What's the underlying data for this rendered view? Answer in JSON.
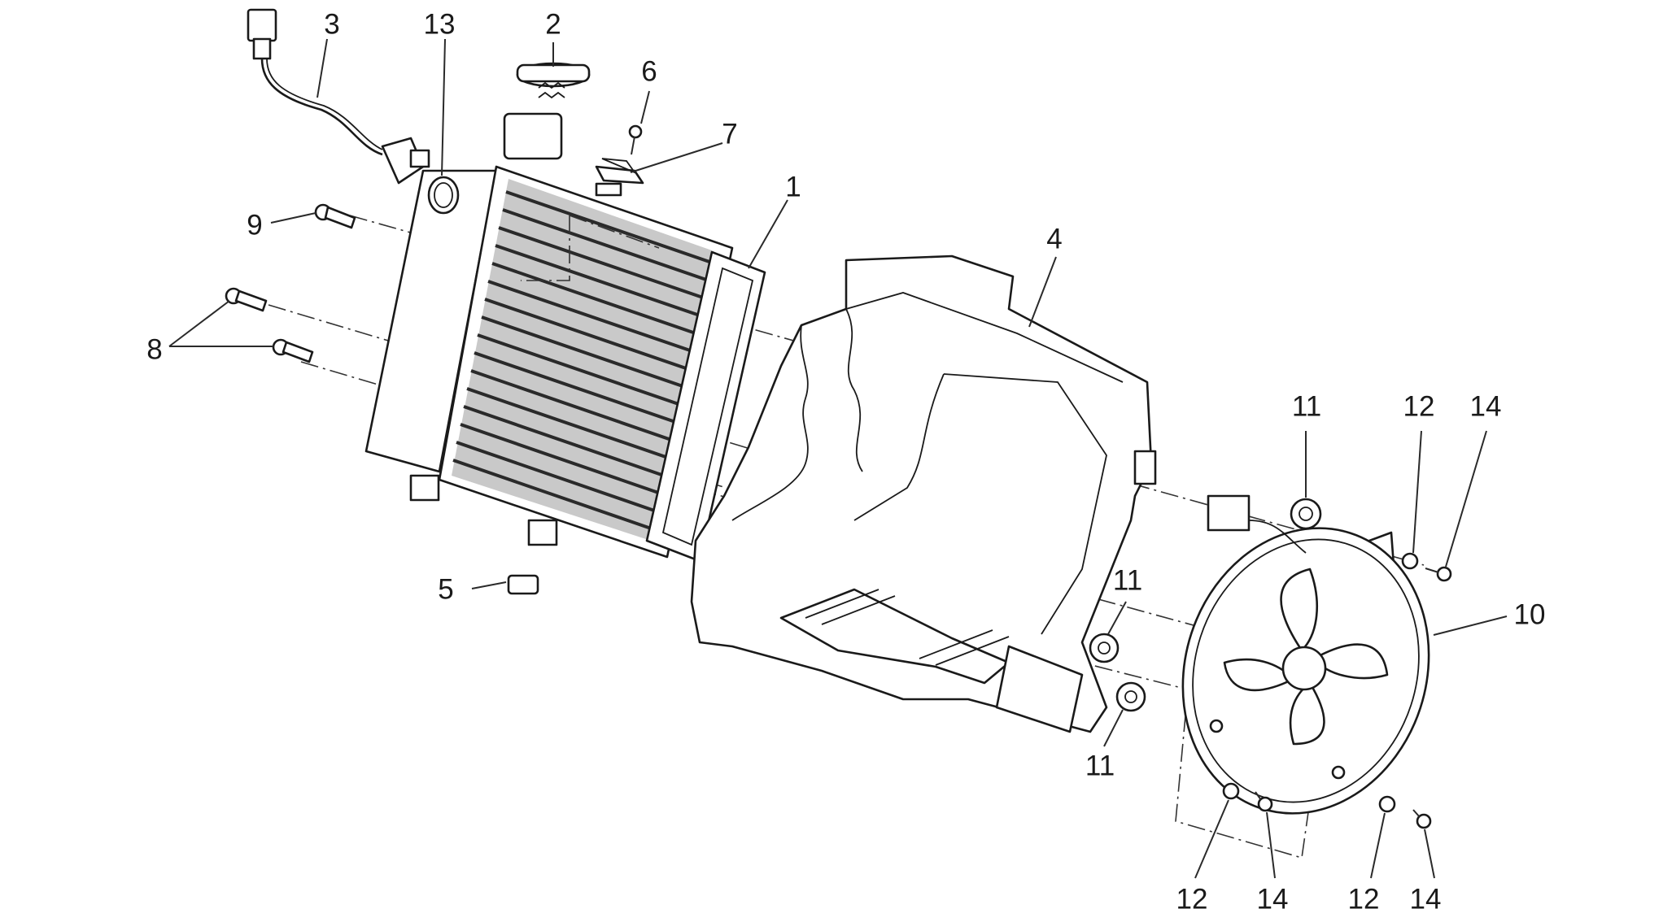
{
  "callouts": [
    {
      "id": "c1",
      "text": "1"
    },
    {
      "id": "c2",
      "text": "2"
    },
    {
      "id": "c3",
      "text": "3"
    },
    {
      "id": "c4",
      "text": "4"
    },
    {
      "id": "c5",
      "text": "5"
    },
    {
      "id": "c6",
      "text": "6"
    },
    {
      "id": "c7",
      "text": "7"
    },
    {
      "id": "c8",
      "text": "8"
    },
    {
      "id": "c9",
      "text": "9"
    },
    {
      "id": "c10",
      "text": "10"
    },
    {
      "id": "c11a",
      "text": "11"
    },
    {
      "id": "c11b",
      "text": "11"
    },
    {
      "id": "c11c",
      "text": "11"
    },
    {
      "id": "c12a",
      "text": "12"
    },
    {
      "id": "c12b",
      "text": "12"
    },
    {
      "id": "c12c",
      "text": "12"
    },
    {
      "id": "c13",
      "text": "13"
    },
    {
      "id": "c14a",
      "text": "14"
    },
    {
      "id": "c14b",
      "text": "14"
    },
    {
      "id": "c14c",
      "text": "14"
    }
  ]
}
